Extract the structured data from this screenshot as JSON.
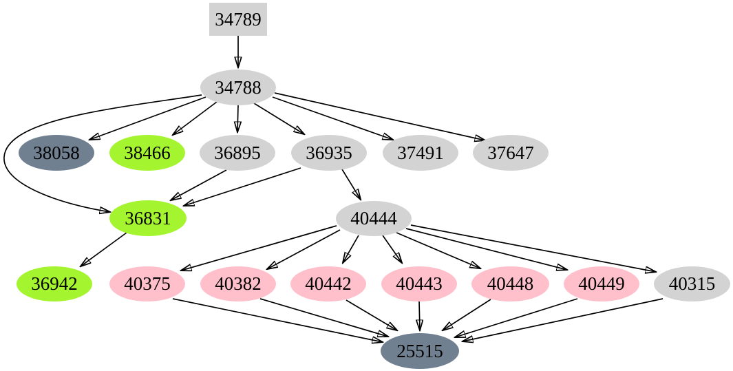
{
  "graph": {
    "title": "dependency-graph",
    "background": "#ffffff",
    "colors": {
      "node_default": "#d3d3d3",
      "node_green": "#a4f42f",
      "node_pink": "#ffc0cb",
      "node_slategray": "#708090",
      "edge": "#000000",
      "text": "#000000"
    },
    "nodes": [
      {
        "id": "34789",
        "label": "34789",
        "shape": "box",
        "fill": "#d3d3d3"
      },
      {
        "id": "34788",
        "label": "34788",
        "shape": "ellipse",
        "fill": "#d3d3d3"
      },
      {
        "id": "38058",
        "label": "38058",
        "shape": "ellipse",
        "fill": "#708090"
      },
      {
        "id": "38466",
        "label": "38466",
        "shape": "ellipse",
        "fill": "#a4f42f"
      },
      {
        "id": "36895",
        "label": "36895",
        "shape": "ellipse",
        "fill": "#d3d3d3"
      },
      {
        "id": "36935",
        "label": "36935",
        "shape": "ellipse",
        "fill": "#d3d3d3"
      },
      {
        "id": "37491",
        "label": "37491",
        "shape": "ellipse",
        "fill": "#d3d3d3"
      },
      {
        "id": "37647",
        "label": "37647",
        "shape": "ellipse",
        "fill": "#d3d3d3"
      },
      {
        "id": "36831",
        "label": "36831",
        "shape": "ellipse",
        "fill": "#a4f42f"
      },
      {
        "id": "40444",
        "label": "40444",
        "shape": "ellipse",
        "fill": "#d3d3d3"
      },
      {
        "id": "36942",
        "label": "36942",
        "shape": "ellipse",
        "fill": "#a4f42f"
      },
      {
        "id": "40375",
        "label": "40375",
        "shape": "ellipse",
        "fill": "#ffc0cb"
      },
      {
        "id": "40382",
        "label": "40382",
        "shape": "ellipse",
        "fill": "#ffc0cb"
      },
      {
        "id": "40442",
        "label": "40442",
        "shape": "ellipse",
        "fill": "#ffc0cb"
      },
      {
        "id": "40443",
        "label": "40443",
        "shape": "ellipse",
        "fill": "#ffc0cb"
      },
      {
        "id": "40448",
        "label": "40448",
        "shape": "ellipse",
        "fill": "#ffc0cb"
      },
      {
        "id": "40449",
        "label": "40449",
        "shape": "ellipse",
        "fill": "#ffc0cb"
      },
      {
        "id": "40315",
        "label": "40315",
        "shape": "ellipse",
        "fill": "#d3d3d3"
      },
      {
        "id": "25515",
        "label": "25515",
        "shape": "ellipse",
        "fill": "#708090"
      }
    ],
    "edges": [
      {
        "from": "34789",
        "to": "34788"
      },
      {
        "from": "34788",
        "to": "38058"
      },
      {
        "from": "34788",
        "to": "38466"
      },
      {
        "from": "34788",
        "to": "36895"
      },
      {
        "from": "34788",
        "to": "36935"
      },
      {
        "from": "34788",
        "to": "37491"
      },
      {
        "from": "34788",
        "to": "37647"
      },
      {
        "from": "34788",
        "to": "36831"
      },
      {
        "from": "36895",
        "to": "36831"
      },
      {
        "from": "36935",
        "to": "36831"
      },
      {
        "from": "36935",
        "to": "40444"
      },
      {
        "from": "36831",
        "to": "36942"
      },
      {
        "from": "40444",
        "to": "40375"
      },
      {
        "from": "40444",
        "to": "40382"
      },
      {
        "from": "40444",
        "to": "40442"
      },
      {
        "from": "40444",
        "to": "40443"
      },
      {
        "from": "40444",
        "to": "40448"
      },
      {
        "from": "40444",
        "to": "40449"
      },
      {
        "from": "40444",
        "to": "40315"
      },
      {
        "from": "40375",
        "to": "25515"
      },
      {
        "from": "40382",
        "to": "25515"
      },
      {
        "from": "40442",
        "to": "25515"
      },
      {
        "from": "40443",
        "to": "25515"
      },
      {
        "from": "40448",
        "to": "25515"
      },
      {
        "from": "40449",
        "to": "25515"
      },
      {
        "from": "40315",
        "to": "25515"
      }
    ]
  }
}
